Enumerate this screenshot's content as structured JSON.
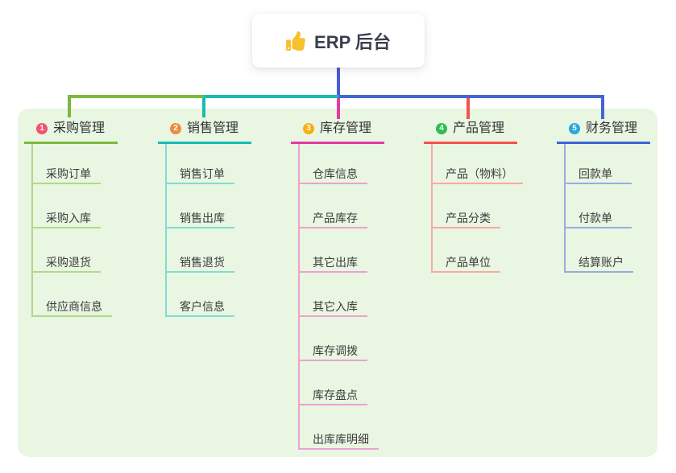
{
  "root": {
    "title": "ERP 后台",
    "icon": "thumbs-up-icon"
  },
  "colors": {
    "panel_bg": "#E8F6E2",
    "root_line": "#4C5BD3",
    "bus_green": "#7CB93F",
    "bus_teal": "#17BCB2",
    "bus_blue": "#4465D3",
    "drop_magenta": "#E03DA2",
    "drop_red": "#F4524E",
    "drop_blue": "#4465D3"
  },
  "branches": [
    {
      "num": "1",
      "title": "采购管理",
      "badge_color": "#F2536F",
      "line_color": "#7CB93F",
      "child_line_color": "#B2D985",
      "children": [
        "采购订单",
        "采购入库",
        "采购退货",
        "供应商信息"
      ]
    },
    {
      "num": "2",
      "title": "销售管理",
      "badge_color": "#F08A3E",
      "line_color": "#17BCB2",
      "child_line_color": "#82DBD3",
      "children": [
        "销售订单",
        "销售出库",
        "销售退货",
        "客户信息"
      ]
    },
    {
      "num": "3",
      "title": "库存管理",
      "badge_color": "#F9AF12",
      "line_color": "#E03DA2",
      "child_line_color": "#F09FD1",
      "children": [
        "仓库信息",
        "产品库存",
        "其它出库",
        "其它入库",
        "库存调拨",
        "库存盘点",
        "出库库明细"
      ]
    },
    {
      "num": "4",
      "title": "产品管理",
      "badge_color": "#2EBD52",
      "line_color": "#F4524E",
      "child_line_color": "#F9A9A4",
      "children": [
        "产品（物料）",
        "产品分类",
        "产品单位"
      ]
    },
    {
      "num": "5",
      "title": "财务管理",
      "badge_color": "#2BA7E0",
      "line_color": "#3F64D4",
      "child_line_color": "#99ABE1",
      "children": [
        "回款单",
        "付款单",
        "结算账户"
      ]
    }
  ]
}
